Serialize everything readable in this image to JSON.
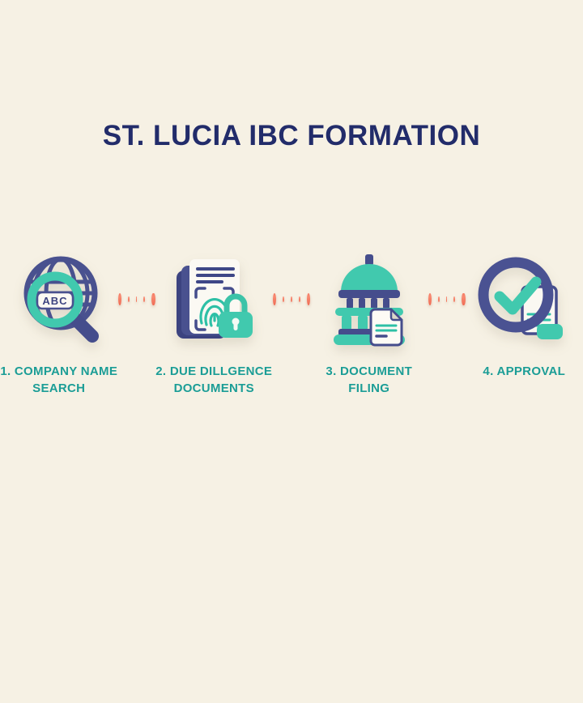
{
  "title": "ST. LUCIA IBC FORMATION",
  "steps": [
    {
      "label": "1. COMPANY NAME SEARCH",
      "icon": "globe-search-icon",
      "icon_text": "ABC"
    },
    {
      "label": "2. DUE DILLGENCE DOCUMENTS",
      "icon": "documents-fingerprint-lock-icon"
    },
    {
      "label": "3. DOCUMENT FILING",
      "icon": "government-building-icon"
    },
    {
      "label": "4. APPROVAL",
      "icon": "checkmark-document-icon"
    }
  ],
  "colors": {
    "background": "#f6f1e4",
    "title_navy": "#222c6a",
    "label_teal": "#1b9d96",
    "icon_navy": "#49518f",
    "icon_navy_dark": "#3c4380",
    "icon_teal": "#41c9ae",
    "connector_coral": "#f2705c",
    "paper_white": "#fbf9f3"
  }
}
